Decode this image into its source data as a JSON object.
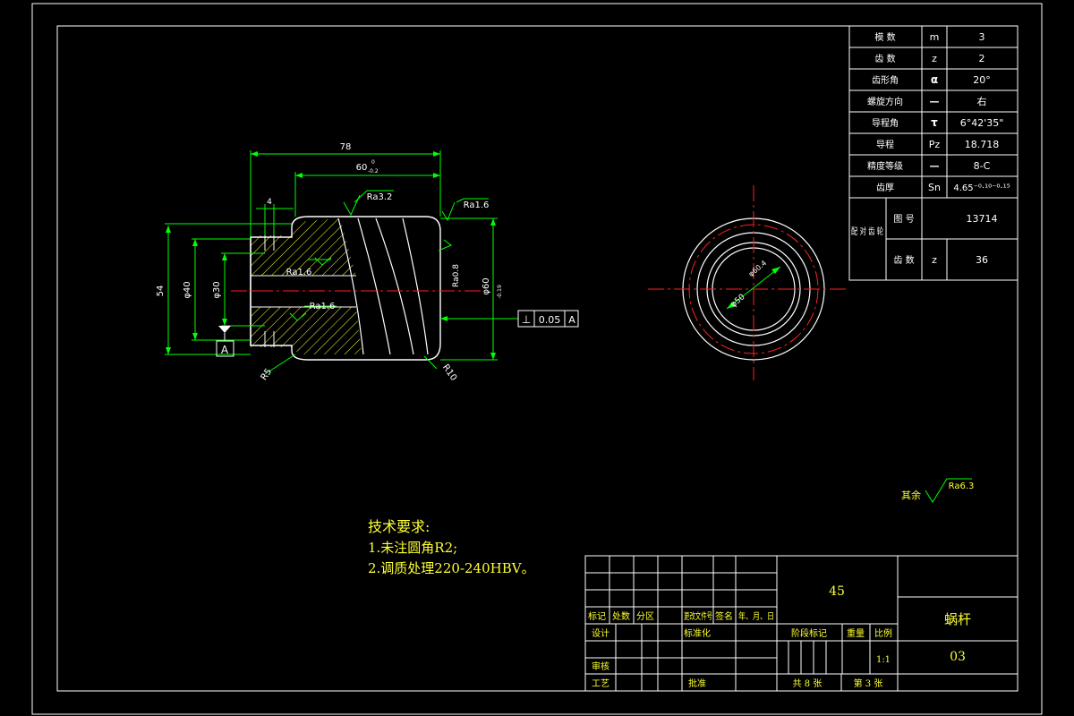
{
  "worm_params": [
    {
      "label": "模 数",
      "sym": "m",
      "val": "3"
    },
    {
      "label": "齿 数",
      "sym": "z",
      "val": "2"
    },
    {
      "label": "齿形角",
      "sym": "α",
      "val": "20°"
    },
    {
      "label": "螺旋方向",
      "sym": "—",
      "val": "右"
    },
    {
      "label": "导程角",
      "sym": "τ",
      "val": "6°42'35\""
    },
    {
      "label": "导程",
      "sym": "Pz",
      "val": "18.718"
    },
    {
      "label": "精度等级",
      "sym": "—",
      "val": "8-C"
    },
    {
      "label": "齿厚",
      "sym": "Sn",
      "val": "4.65⁻⁰·¹⁰⁻⁰·¹⁵"
    }
  ],
  "mating": {
    "group_label": "配 对 齿 轮",
    "rows": [
      {
        "label": "图 号",
        "sym": "",
        "val": "13714"
      },
      {
        "label": "齿 数",
        "sym": "z",
        "val": "36"
      }
    ]
  },
  "dims": {
    "len78": "78",
    "len60": "60",
    "len60_tol_up": "0",
    "len60_tol_low": "-0.2",
    "len4": "4",
    "d54": "54",
    "d40": "φ40",
    "d30": "φ30",
    "d60": "φ60",
    "d60_tol": "-0.19",
    "r5": "R5",
    "r10": "R10",
    "ra32": "Ra3.2",
    "ra16a": "Ra1.6",
    "ra16b": "Ra1.6",
    "ra16c": "Ra1.6",
    "ra08": "Ra0.8",
    "datum": "A",
    "tol_sym": "⊥",
    "tol_val": "0.05",
    "tol_ref": "A",
    "circ_d1": "φ50",
    "circ_d2": "φ60.4",
    "rest_label": "其余",
    "rest_ra": "Ra6.3"
  },
  "tech": {
    "title": "技术要求:",
    "lines": [
      "1.未注圆角R2;",
      "2.调质处理220-240HBV。"
    ]
  },
  "title_block": {
    "material": "45",
    "part_name": "蜗杆",
    "drawing_no": "03",
    "hdr": [
      "标记",
      "处数",
      "分区",
      "更改文件号",
      "签名",
      "年、月、日"
    ],
    "design": "设计",
    "standard": "标准化",
    "review": "审核",
    "process": "工艺",
    "approve": "批准",
    "stage": "阶段标记",
    "weight": "重量",
    "scale_label": "比例",
    "scale": "1:1",
    "sheets": "共 8 张",
    "sheet": "第 3 张"
  }
}
